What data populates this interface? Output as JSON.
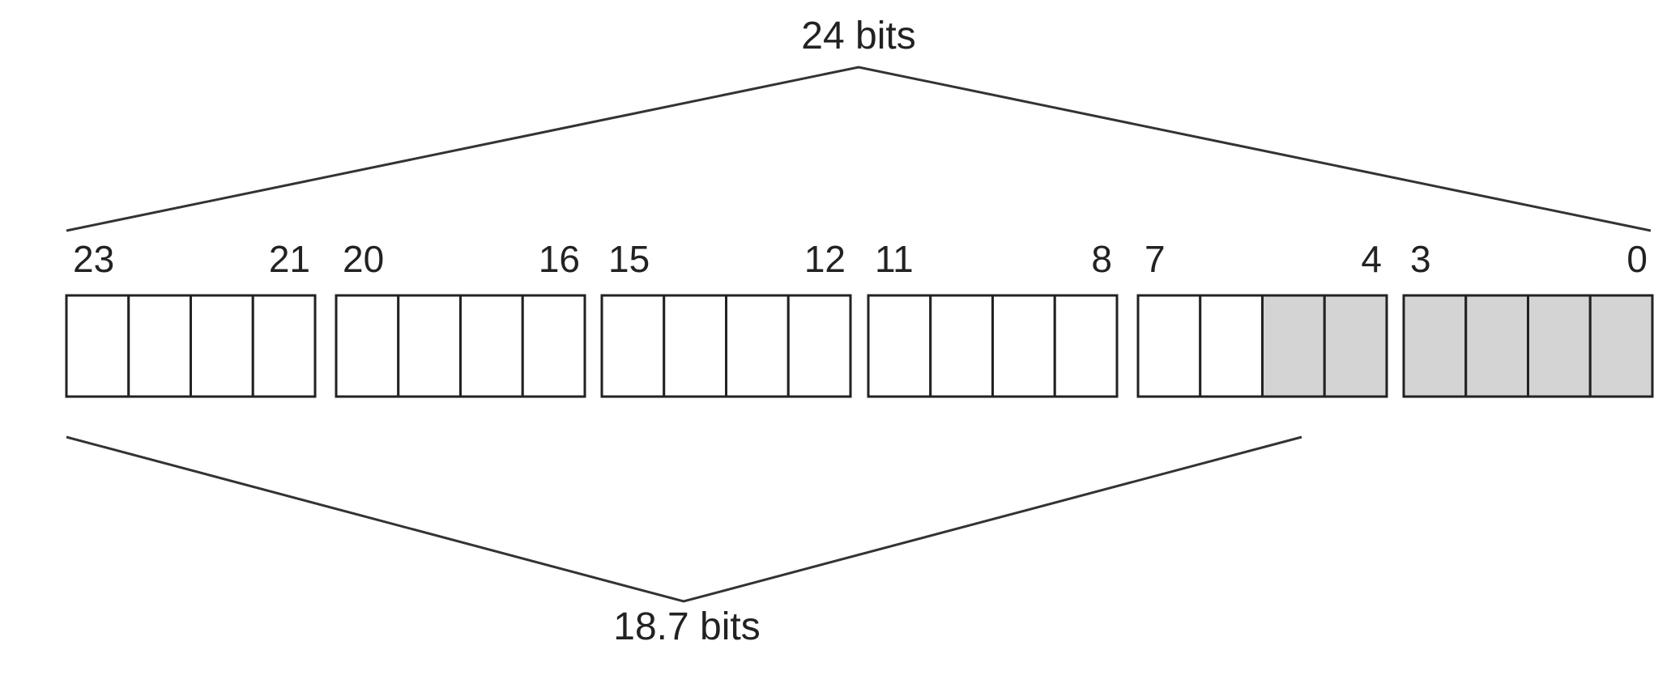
{
  "title_top": "24 bits",
  "title_bottom": "18.7 bits",
  "colors": {
    "line": "#333333",
    "text": "#222222",
    "cell_fill": "#ffffff",
    "shaded_fill": "#d4d4d4"
  },
  "groups": [
    {
      "high": "23",
      "low": "21",
      "shaded": [
        false,
        false,
        false,
        false
      ]
    },
    {
      "high": "20",
      "low": "16",
      "shaded": [
        false,
        false,
        false,
        false
      ]
    },
    {
      "high": "15",
      "low": "12",
      "shaded": [
        false,
        false,
        false,
        false
      ]
    },
    {
      "high": "11",
      "low": "8",
      "shaded": [
        false,
        false,
        false,
        false
      ]
    },
    {
      "high": "7",
      "low": "4",
      "shaded": [
        false,
        false,
        true,
        true
      ]
    },
    {
      "high": "3",
      "low": "0",
      "shaded": [
        true,
        true,
        true,
        true
      ]
    }
  ]
}
